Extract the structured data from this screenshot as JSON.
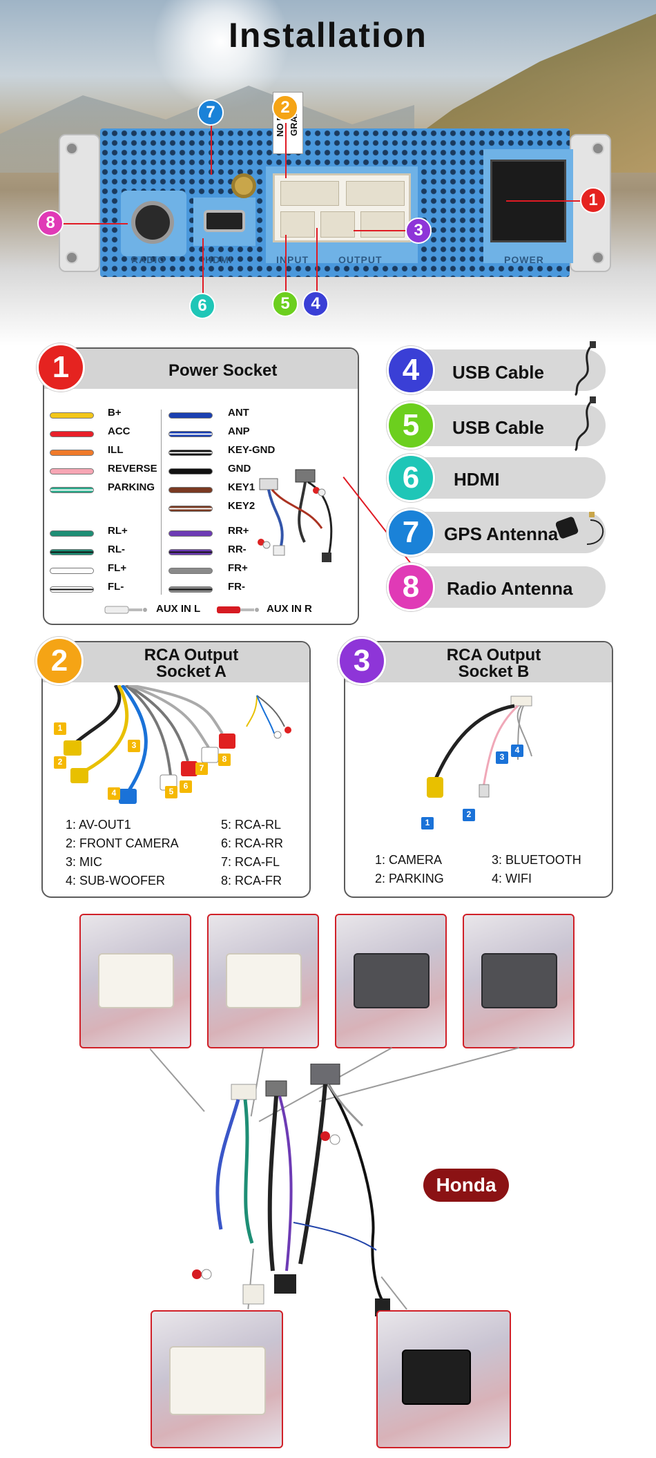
{
  "page_title": "Installation",
  "device": {
    "tag": "NO FR GRAN",
    "port_labels": {
      "radio": "RADIO",
      "hdmi": "HDMI",
      "input": "INPUT",
      "output": "OUTPUT",
      "power": "POWER"
    }
  },
  "colors": {
    "badge_1": "#e52320",
    "badge_2": "#f5a415",
    "badge_3": "#8e35d8",
    "badge_4": "#3a3fd6",
    "badge_5": "#6ccf1e",
    "badge_6": "#1fc6b7",
    "badge_7": "#1a82d8",
    "badge_8": "#e03ab6",
    "honda": "#8b1214"
  },
  "callouts": {
    "n1": "1",
    "n2": "2",
    "n3": "3",
    "n4": "4",
    "n5": "5",
    "n6": "6",
    "n7": "7",
    "n8": "8"
  },
  "power_socket": {
    "number": "1",
    "title": "Power Socket",
    "left_wires": [
      "B+",
      "ACC",
      "ILL",
      "REVERSE",
      "PARKING"
    ],
    "left_wires_b": [
      "RL+",
      "RL-",
      "FL+",
      "FL-"
    ],
    "right_wires": [
      "ANT",
      "ANP",
      "KEY-GND",
      "GND",
      "KEY1",
      "KEY2"
    ],
    "right_wires_b": [
      "RR+",
      "RR-",
      "FR+",
      "FR-"
    ],
    "aux_l": "AUX IN L",
    "aux_r": "AUX IN R"
  },
  "cables": [
    {
      "number": "4",
      "label": "USB Cable"
    },
    {
      "number": "5",
      "label": "USB Cable"
    },
    {
      "number": "6",
      "label": "HDMI"
    },
    {
      "number": "7",
      "label": "GPS Antenna"
    },
    {
      "number": "8",
      "label": "Radio Antenna"
    }
  ],
  "rca_a": {
    "number": "2",
    "title_line1": "RCA Output",
    "title_line2": "Socket A",
    "tags": [
      "1",
      "2",
      "3",
      "4",
      "5",
      "6",
      "7",
      "8"
    ],
    "legend_left": [
      "1: AV-OUT1",
      "2: FRONT CAMERA",
      "3: MIC",
      "4: SUB-WOOFER"
    ],
    "legend_right": [
      "5: RCA-RL",
      "6: RCA-RR",
      "7: RCA-FL",
      "8: RCA-FR"
    ]
  },
  "rca_b": {
    "number": "3",
    "title_line1": "RCA Output",
    "title_line2": "Socket B",
    "tags": [
      "1",
      "2",
      "3",
      "4"
    ],
    "legend_left": [
      "1: CAMERA",
      "2: PARKING"
    ],
    "legend_right": [
      "3: BLUETOOTH",
      "4: WIFI"
    ]
  },
  "brand": "Honda"
}
